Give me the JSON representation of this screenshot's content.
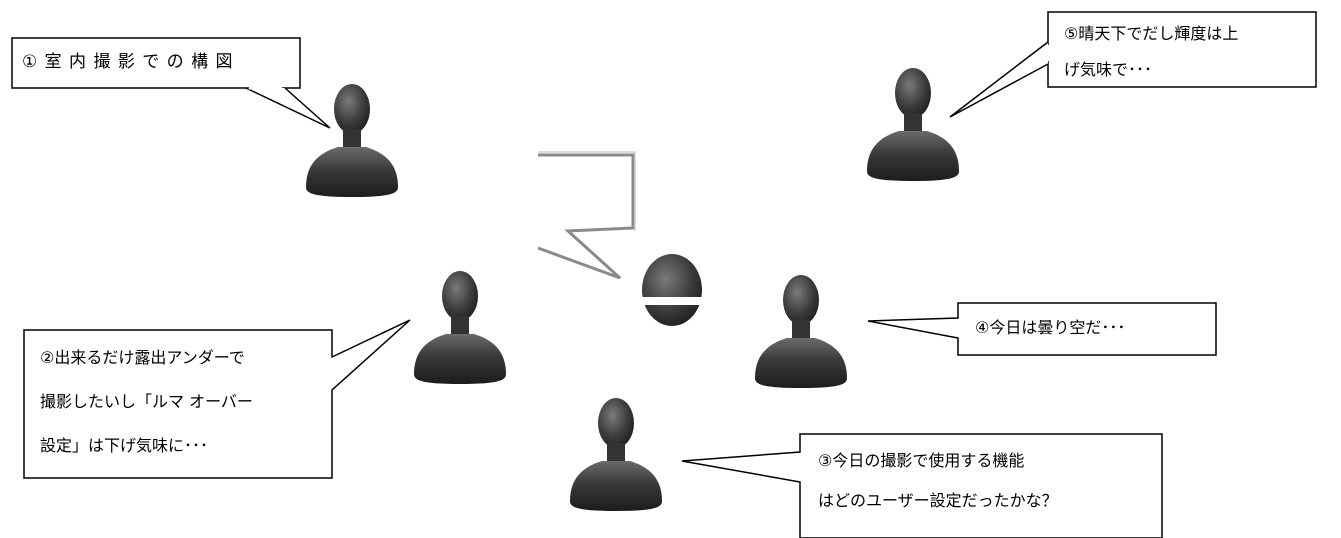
{
  "bubbles": {
    "b1": {
      "text": "① 室 内 撮 影 で の 構 図"
    },
    "b2": {
      "text": "②出来るだけ露出アンダーで\n撮影したいし「ルマ オーバー\n設定」は下げ気味に･･･"
    },
    "b3": {
      "text": "③今日の撮影で使用する機能\nはどのユーザー設定だったかな？"
    },
    "b4": {
      "text": "④今日は曇り空だ･･･"
    },
    "b5": {
      "text": "⑤晴天下でだし輝度は上\nげ気味で･･･"
    }
  },
  "persons": [
    {
      "id": "person-1"
    },
    {
      "id": "person-2"
    },
    {
      "id": "person-3"
    },
    {
      "id": "person-4"
    },
    {
      "id": "person-5"
    },
    {
      "id": "person-center"
    }
  ],
  "colors": {
    "silhouette": "#3a3a3a",
    "border": "#000000",
    "center_bubble_border": "#8a8a8a"
  }
}
